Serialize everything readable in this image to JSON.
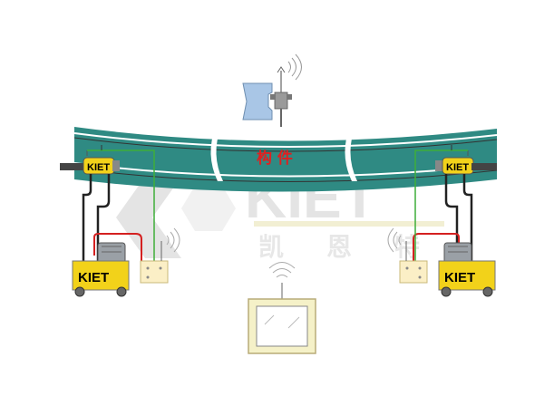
{
  "member_label": "构 件",
  "jack_label_left": "KIET",
  "jack_label_right": "KIET",
  "pump_label_left": "KIET",
  "pump_label_right": "KIET",
  "watermark": {
    "latin": "KIET",
    "cjk_1": "凯",
    "cjk_2": "恩",
    "cjk_3": "特"
  },
  "colors": {
    "member": "#2f8a83",
    "pump": "#f2d21a",
    "controller": "#fbefc6",
    "display_frame": "#f5f1c8",
    "hydraulic_red": "#d42020",
    "signal_green": "#3fae3a",
    "watermark": "#d9d9d9"
  }
}
